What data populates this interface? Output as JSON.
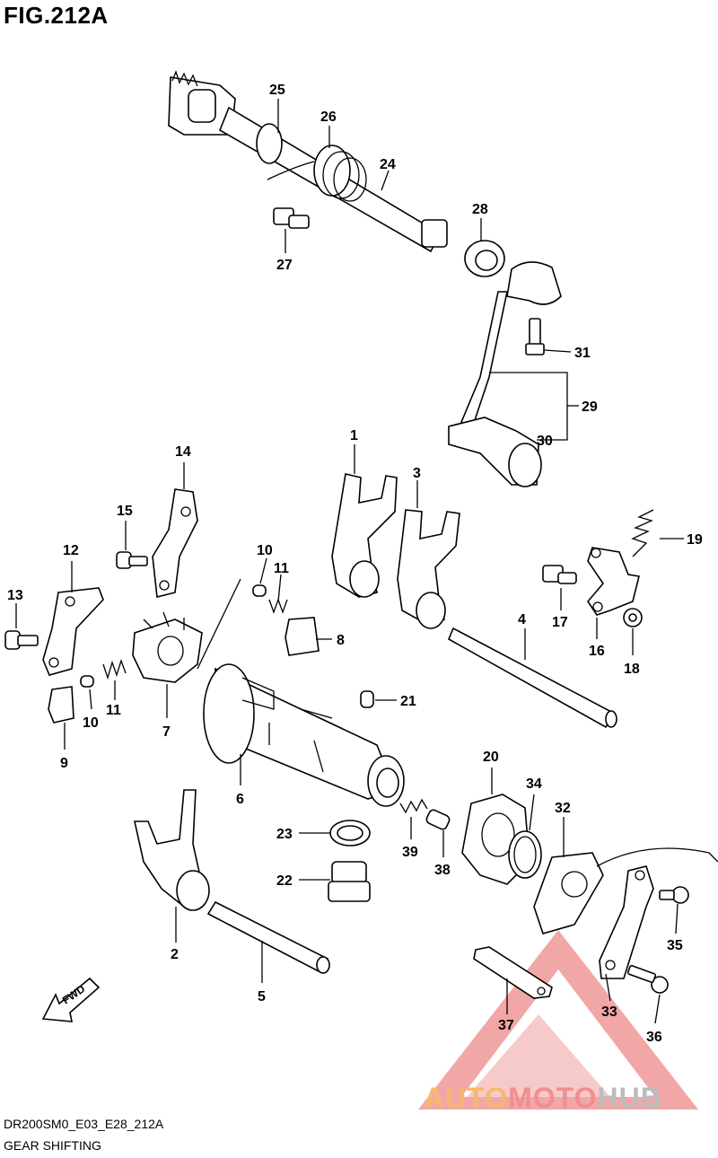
{
  "figure_title": "FIG.212A",
  "footer": {
    "code": "DR200SM0_E03_E28_212A",
    "title": "GEAR SHIFTING"
  },
  "watermark": {
    "part1": "AUTO",
    "part2": "MOTO",
    "part3": "HUB",
    "colors": {
      "auto": "#f5b870",
      "moto": "#f08f8f",
      "hub": "#bcbcbc"
    }
  },
  "fwd_label": "FWD",
  "callouts": {
    "n1": "1",
    "n2": "2",
    "n3": "3",
    "n4": "4",
    "n5": "5",
    "n6": "6",
    "n7": "7",
    "n8": "8",
    "n9": "9",
    "n10a": "10",
    "n10b": "10",
    "n11a": "11",
    "n11b": "11",
    "n12": "12",
    "n13": "13",
    "n14": "14",
    "n15": "15",
    "n16": "16",
    "n17": "17",
    "n18": "18",
    "n19": "19",
    "n20": "20",
    "n21": "21",
    "n22": "22",
    "n23": "23",
    "n24": "24",
    "n25": "25",
    "n26": "26",
    "n27": "27",
    "n28": "28",
    "n29": "29",
    "n30": "30",
    "n31": "31",
    "n32": "32",
    "n33": "33",
    "n34": "34",
    "n35": "35",
    "n36": "36",
    "n37": "37",
    "n38": "38",
    "n39": "39"
  }
}
